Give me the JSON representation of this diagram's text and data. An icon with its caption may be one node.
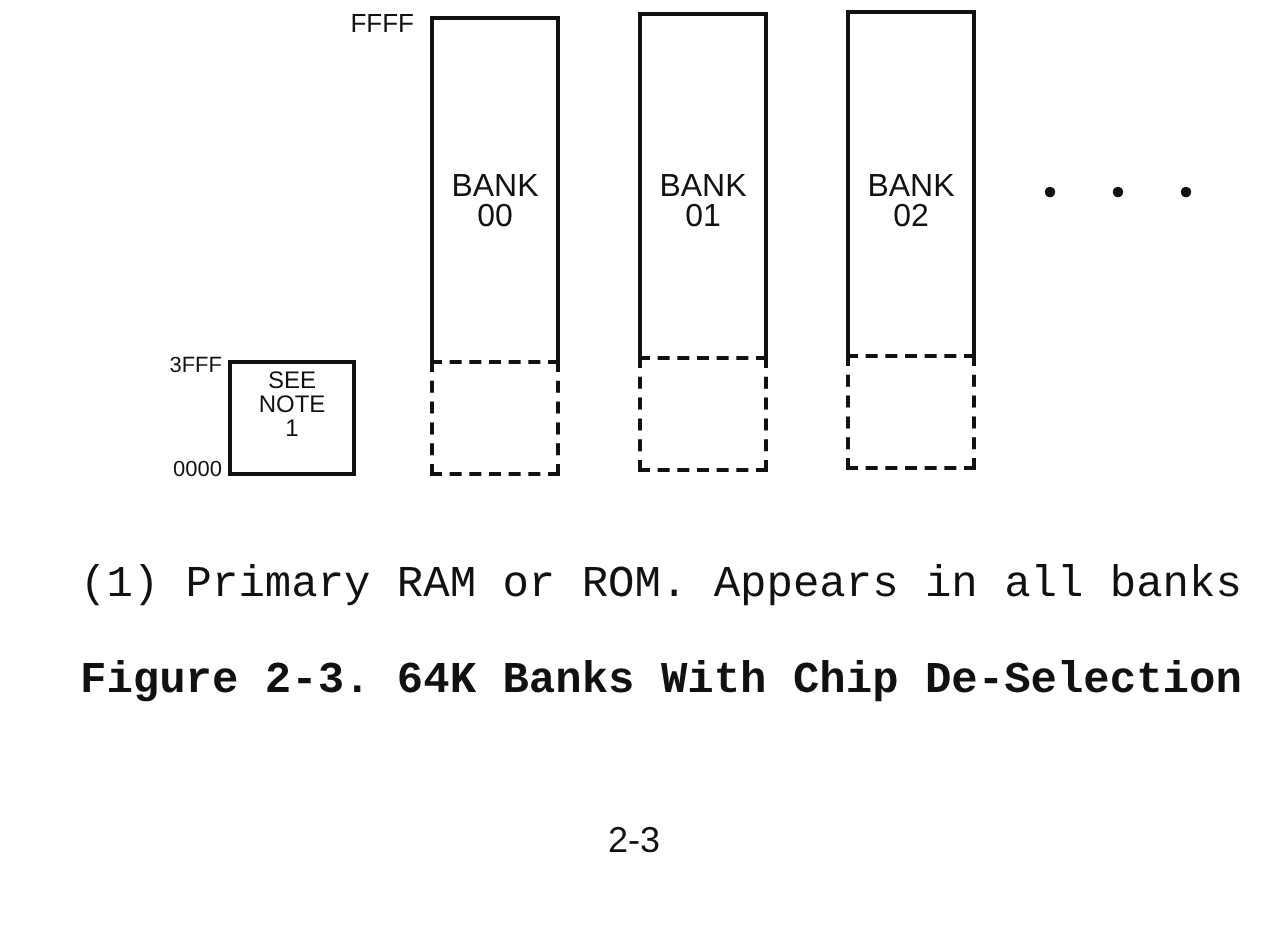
{
  "diagram": {
    "caption": "Figure 2-3. 64K Banks With Chip De-Selection",
    "nodes": [
      {
        "text": [
          "SEE NOTE 1"
        ]
      },
      {
        "text": [
          "BANK 00"
        ]
      },
      {
        "text": [],
        "shape": "box"
      },
      {
        "text": [
          "BANK 01"
        ]
      },
      {
        "text": [],
        "shape": "box"
      },
      {
        "text": [
          "BANK 02"
        ]
      },
      {
        "text": [],
        "shape": "box"
      }
    ],
    "labels": [
      "FFFF",
      "3FFF",
      "0000",
      "(1) Primary RAM or ROM. Appears in all banks",
      "2-3"
    ]
  }
}
